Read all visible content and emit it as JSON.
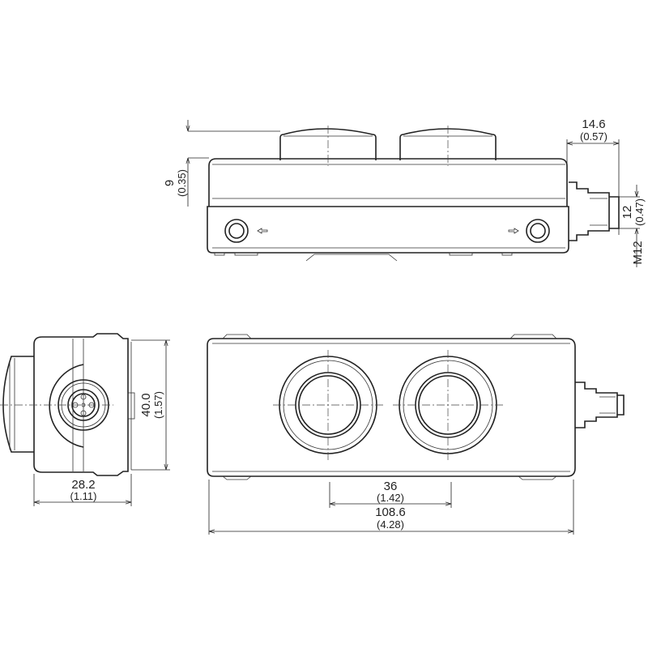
{
  "dimensions": {
    "button_height": {
      "value": "9",
      "inch": "(0.35)"
    },
    "connector_length": {
      "value": "14.6",
      "inch": "(0.57)"
    },
    "connector_diameter": {
      "value": "12",
      "inch": "(0.47)"
    },
    "thread": {
      "value": "M12"
    },
    "height": {
      "value": "40.0",
      "inch": "(1.57)"
    },
    "depth": {
      "value": "28.2",
      "inch": "(1.11)"
    },
    "button_spacing": {
      "value": "36",
      "inch": "(1.42)"
    },
    "length": {
      "value": "108.6",
      "inch": "(4.28)"
    }
  },
  "colors": {
    "line": "#222222",
    "background": "#ffffff"
  }
}
